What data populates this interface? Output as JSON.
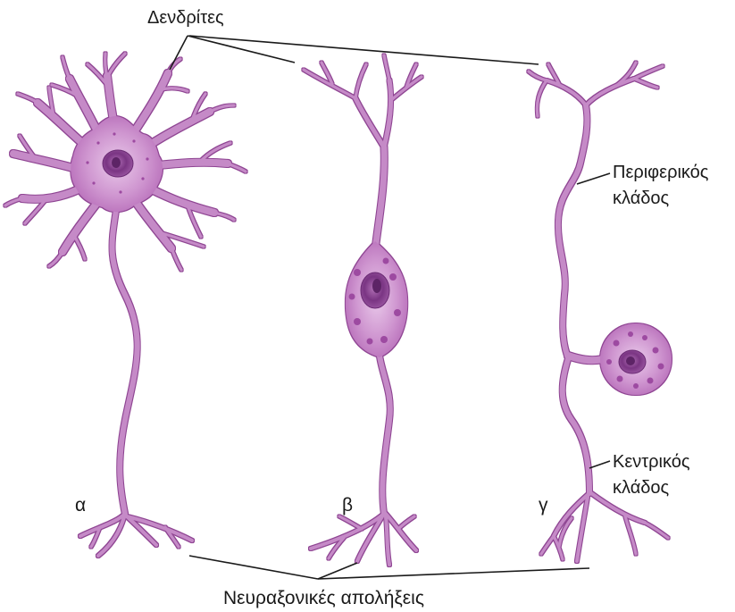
{
  "labels": {
    "dendrites": "Δενδρίτες",
    "peripheral_branch": {
      "line1": "Περιφερικός",
      "line2": "κλάδος"
    },
    "central_branch": {
      "line1": "Κεντρικός",
      "line2": "κλάδος"
    },
    "axon_terminals": "Νευραξονικές απολήξεις",
    "neuron_alpha": "α",
    "neuron_beta": "β",
    "neuron_gamma": "γ"
  },
  "colors": {
    "neuron_process": "#c58ac7",
    "neuron_outline": "#8f4593",
    "nucleus": "#7a3583",
    "spots": "#9d4aa1",
    "leader_line": "#1a1a1a",
    "text": "#1a1a1a"
  }
}
